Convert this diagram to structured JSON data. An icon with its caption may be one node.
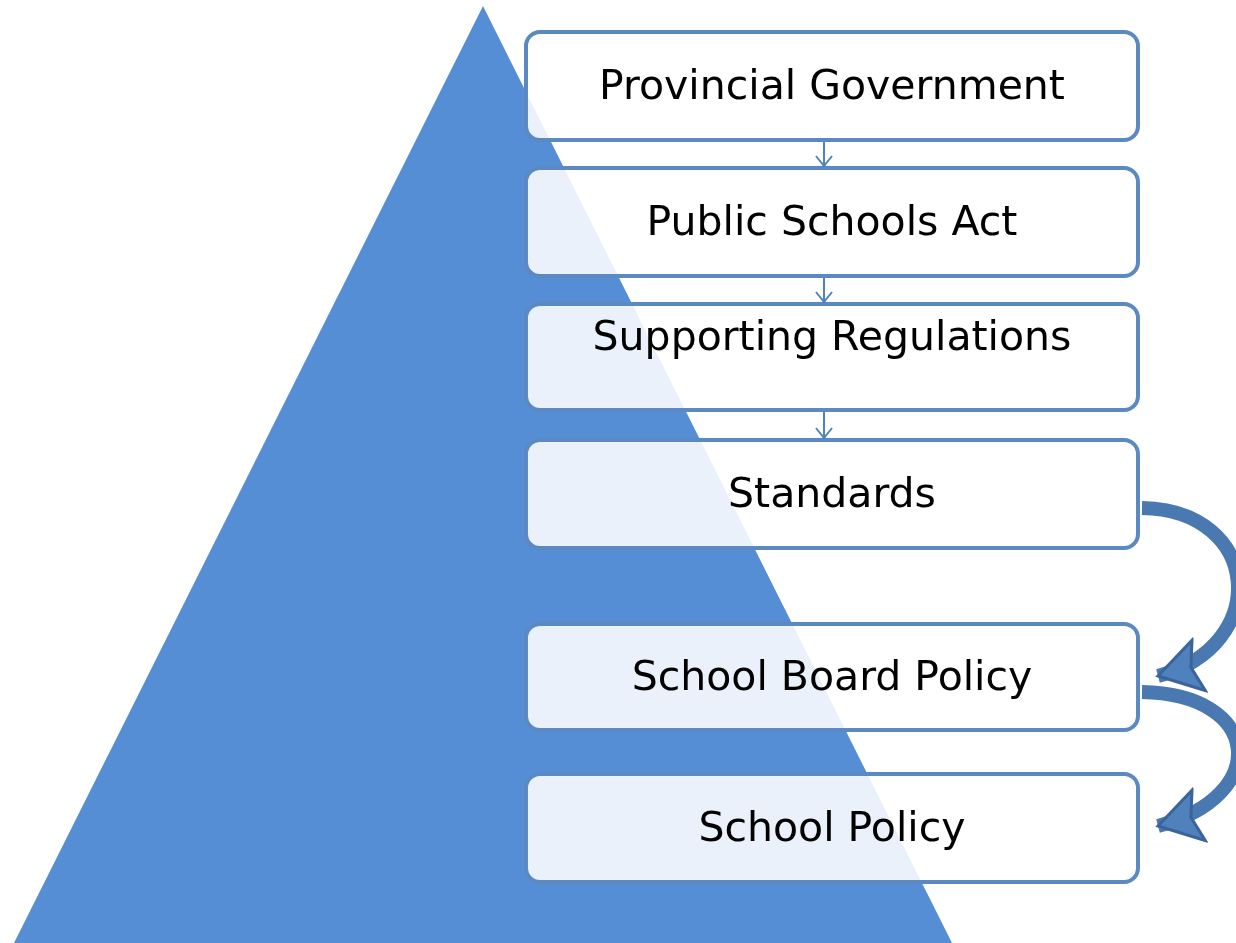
{
  "diagram": {
    "nodes": [
      {
        "text": [
          "Provincial Government"
        ]
      },
      {
        "text": [
          "Public Schools Act"
        ]
      },
      {
        "text": [
          "Supporting Regulations"
        ]
      },
      {
        "text": [
          "Standards"
        ]
      },
      {
        "text": [
          "School Board Policy"
        ]
      },
      {
        "text": [
          "School Policy"
        ]
      }
    ],
    "edges": [
      {
        "from": 0,
        "to": 1,
        "arrow": "to"
      },
      {
        "from": 1,
        "to": 2,
        "arrow": "to"
      },
      {
        "from": 2,
        "to": 3,
        "arrow": "to"
      },
      {
        "from": 3,
        "to": 4,
        "arrow": "to",
        "style": "thick"
      },
      {
        "from": 4,
        "to": 5,
        "arrow": "to",
        "style": "thick"
      }
    ]
  }
}
